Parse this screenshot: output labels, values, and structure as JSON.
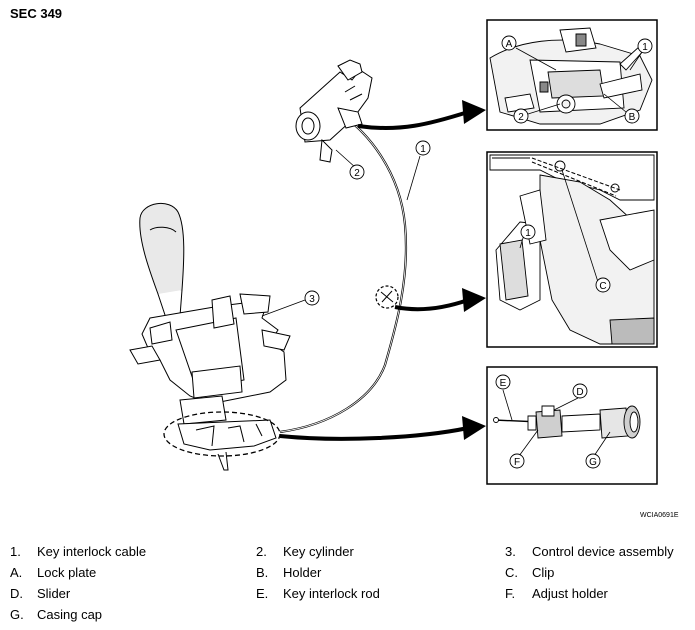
{
  "header": {
    "section": "SEC 349"
  },
  "figure_code": "WCIA0691E",
  "callouts": {
    "n1": "1",
    "n2": "2",
    "n3": "3",
    "A": "A",
    "B": "B",
    "C": "C",
    "D": "D",
    "E": "E",
    "F": "F",
    "G": "G"
  },
  "legend": [
    {
      "key": "1.",
      "label": "Key interlock cable"
    },
    {
      "key": "2.",
      "label": "Key cylinder"
    },
    {
      "key": "3.",
      "label": "Control device assembly"
    },
    {
      "key": "A.",
      "label": "Lock plate"
    },
    {
      "key": "B.",
      "label": "Holder"
    },
    {
      "key": "C.",
      "label": "Clip"
    },
    {
      "key": "D.",
      "label": "Slider"
    },
    {
      "key": "E.",
      "label": "Key interlock rod"
    },
    {
      "key": "F.",
      "label": "Adjust holder"
    },
    {
      "key": "G.",
      "label": "Casing cap"
    }
  ]
}
